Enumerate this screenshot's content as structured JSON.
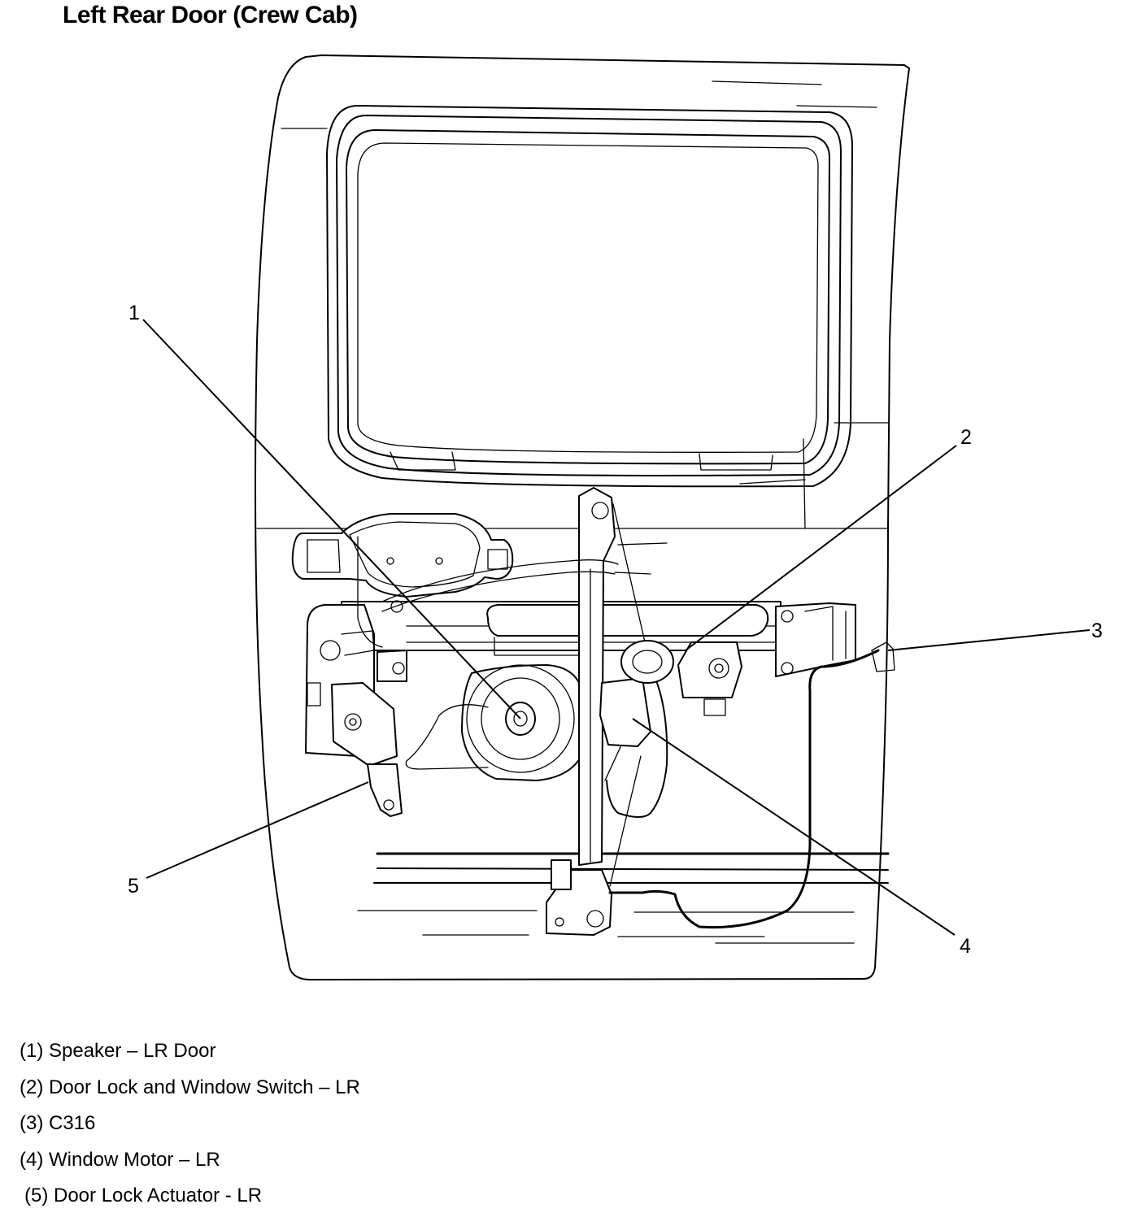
{
  "title": "Left Rear Door (Crew Cab)",
  "callouts": [
    "1",
    "2",
    "3",
    "4",
    "5"
  ],
  "legend": [
    "(1) Speaker – LR Door",
    "(2) Door Lock and Window Switch – LR",
    "(3) C316",
    "(4) Window Motor – LR",
    "(5) Door Lock Actuator - LR"
  ]
}
